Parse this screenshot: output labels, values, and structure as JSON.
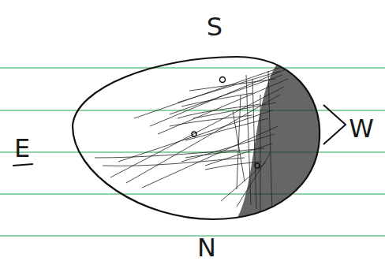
{
  "diagram": {
    "labels": [
      "S",
      "E",
      "W",
      "N"
    ]
  }
}
